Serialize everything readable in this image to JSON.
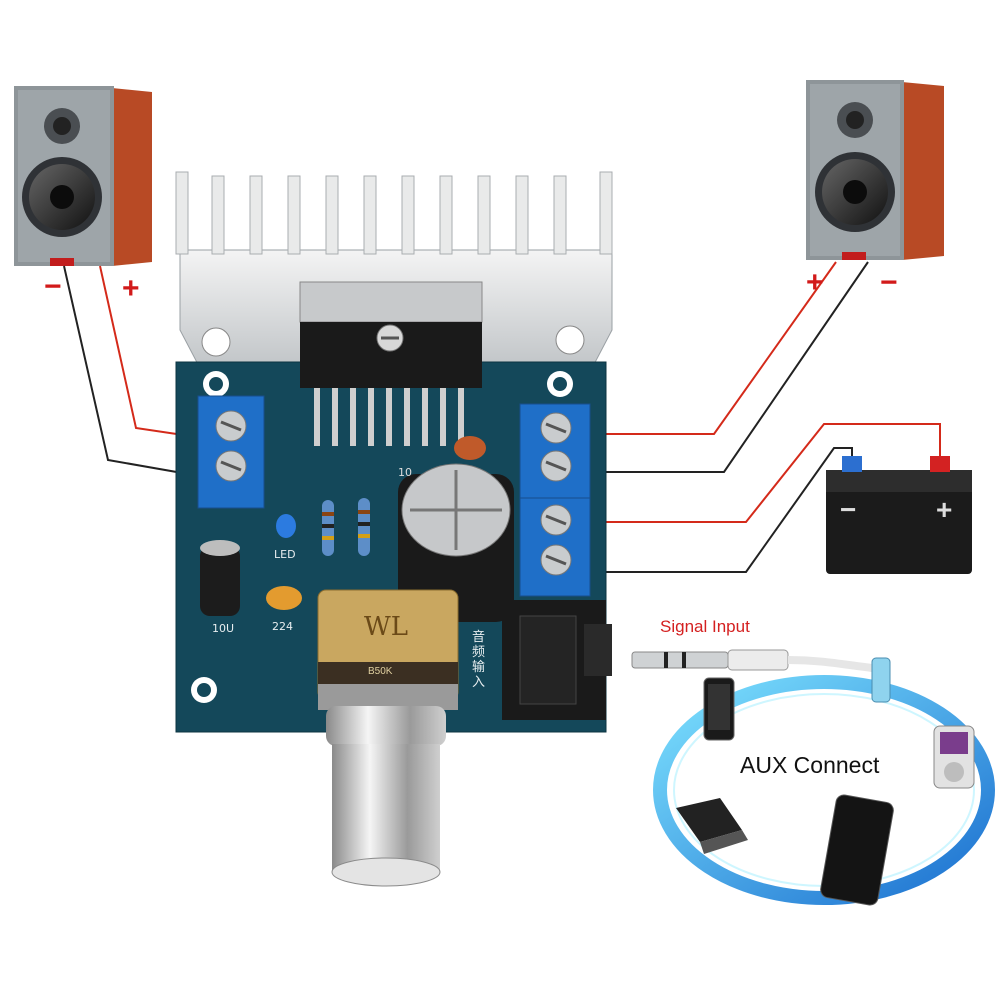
{
  "speaker_left": {
    "minus_label": "−",
    "plus_label": "+"
  },
  "speaker_right": {
    "plus_label": "+",
    "minus_label": "−"
  },
  "battery": {
    "minus_label": "−",
    "plus_label": "+"
  },
  "board": {
    "led_label": "LED",
    "cap_small_label": "10U",
    "cap_ceramic_label": "224",
    "cap_big_label": "10",
    "pot_label": "WL",
    "pot_value": "B50K",
    "input_text": "音频输入"
  },
  "signal_input_label": "Signal Input",
  "aux_label": "AUX Connect",
  "colors": {
    "wire_red": "#d42a1a",
    "wire_black": "#222222",
    "pcb": "#14485a",
    "terminal": "#1f6fc8"
  }
}
